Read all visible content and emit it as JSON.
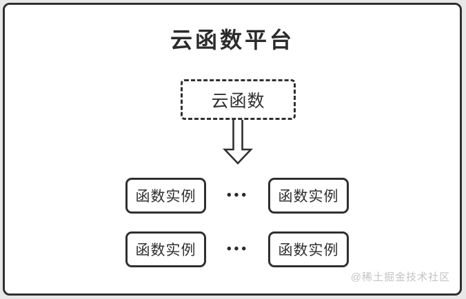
{
  "page": {
    "background_color": "#e8e8e8",
    "frame_background": "#ffffff",
    "ink_color": "#2f2f2f",
    "watermark_color": "#c3c3c3"
  },
  "diagram": {
    "title": "云函数平台",
    "cloud_function_node": {
      "label": "云函数"
    },
    "arrow_icon": "hollow-down-arrow",
    "instance_rows": [
      {
        "boxes": [
          "函数实例",
          "函数实例"
        ],
        "ellipsis": "•••"
      },
      {
        "boxes": [
          "函数实例",
          "函数实例"
        ],
        "ellipsis": "•••"
      }
    ],
    "watermark": "@稀土掘金技术社区"
  }
}
